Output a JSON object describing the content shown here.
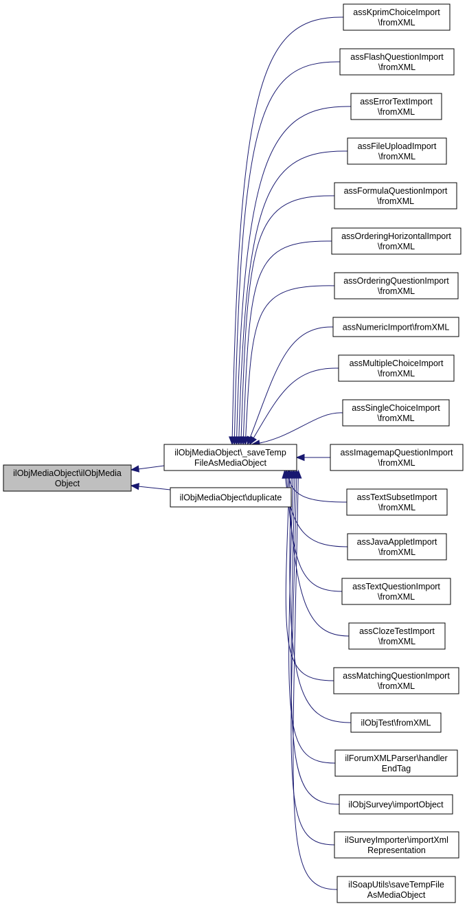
{
  "root": {
    "lines": [
      "ilObjMediaObject\\ilObjMedia",
      "Object"
    ]
  },
  "middle": [
    {
      "id": "save_temp",
      "lines": [
        "ilObjMediaObject\\_saveTemp",
        "FileAsMediaObject"
      ]
    },
    {
      "id": "duplicate",
      "lines": [
        "ilObjMediaObject\\duplicate"
      ]
    }
  ],
  "callers": [
    {
      "lines": [
        "assKprimChoiceImport",
        "\\fromXML"
      ]
    },
    {
      "lines": [
        "assFlashQuestionImport",
        "\\fromXML"
      ]
    },
    {
      "lines": [
        "assErrorTextImport",
        "\\fromXML"
      ]
    },
    {
      "lines": [
        "assFileUploadImport",
        "\\fromXML"
      ]
    },
    {
      "lines": [
        "assFormulaQuestionImport",
        "\\fromXML"
      ]
    },
    {
      "lines": [
        "assOrderingHorizontalImport",
        "\\fromXML"
      ]
    },
    {
      "lines": [
        "assOrderingQuestionImport",
        "\\fromXML"
      ]
    },
    {
      "lines": [
        "assNumericImport\\fromXML"
      ]
    },
    {
      "lines": [
        "assMultipleChoiceImport",
        "\\fromXML"
      ]
    },
    {
      "lines": [
        "assSingleChoiceImport",
        "\\fromXML"
      ]
    },
    {
      "lines": [
        "assImagemapQuestionImport",
        "\\fromXML"
      ]
    },
    {
      "lines": [
        "assTextSubsetImport",
        "\\fromXML"
      ]
    },
    {
      "lines": [
        "assJavaAppletImport",
        "\\fromXML"
      ]
    },
    {
      "lines": [
        "assTextQuestionImport",
        "\\fromXML"
      ]
    },
    {
      "lines": [
        "assClozeTestImport",
        "\\fromXML"
      ]
    },
    {
      "lines": [
        "assMatchingQuestionImport",
        "\\fromXML"
      ]
    },
    {
      "lines": [
        "ilObjTest\\fromXML"
      ]
    },
    {
      "lines": [
        "ilForumXMLParser\\handler",
        "EndTag"
      ]
    },
    {
      "lines": [
        "ilObjSurvey\\importObject"
      ]
    },
    {
      "lines": [
        "ilSurveyImporter\\importXml",
        "Representation"
      ]
    },
    {
      "lines": [
        "ilSoapUtils\\saveTempFile",
        "AsMediaObject"
      ]
    }
  ],
  "colors": {
    "edge": "#191970",
    "root_fill": "#bfbfbf",
    "node_fill": "#ffffff"
  }
}
